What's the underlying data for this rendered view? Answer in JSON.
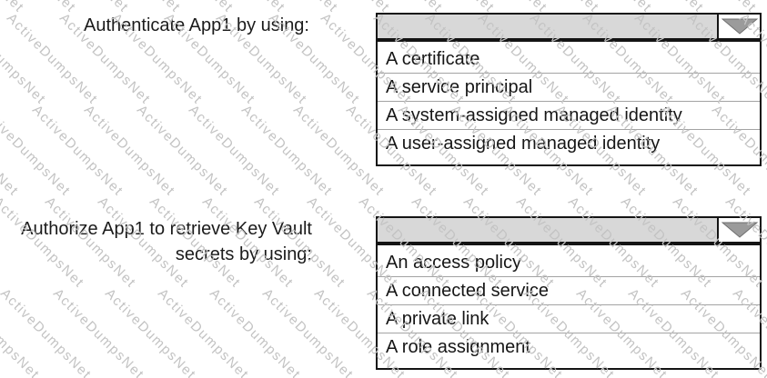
{
  "watermark": {
    "text": "ActiveDumpsNet"
  },
  "questions": [
    {
      "label_lines": [
        "Authenticate App1 by using:"
      ],
      "dropdown": {
        "selected_value": "",
        "options": [
          "A certificate",
          "A service principal",
          "A system-assigned managed identity",
          "A user-assigned managed identity"
        ]
      }
    },
    {
      "label_lines": [
        "Authorize App1 to retrieve Key Vault",
        "secrets by using:"
      ],
      "dropdown": {
        "selected_value": "",
        "options": [
          "An access policy",
          "A connected service",
          "A private link",
          "A role assignment"
        ]
      }
    }
  ],
  "colors": {
    "box_border": "#141414",
    "header_background": "#d8d8d8",
    "row_separator": "#a3a3a3",
    "arrow_fill": "#9b9b9b",
    "text": "#1b1b1b",
    "watermark": "#c3c3c3"
  }
}
